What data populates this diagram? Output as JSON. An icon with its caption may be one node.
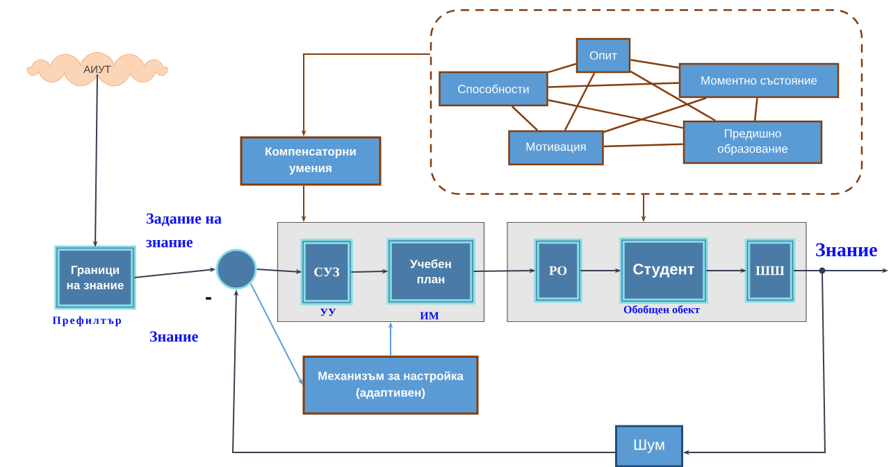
{
  "diagram": {
    "nodes": [
      {
        "text": [
          "АИУТ"
        ]
      },
      {
        "text": [
          "Граници на знание"
        ],
        "beside": [
          "Префилтър"
        ]
      },
      {
        "text": [],
        "shape": "circle"
      },
      {
        "text": [],
        "shape": "box"
      },
      {
        "text": [
          "СУЗ"
        ],
        "in": 3,
        "beside": [
          "УУ"
        ]
      },
      {
        "text": [
          "Учебен план"
        ],
        "in": 3,
        "beside": [
          "ИМ"
        ]
      },
      {
        "text": [],
        "shape": "box"
      },
      {
        "text": [
          "РО"
        ],
        "in": 6
      },
      {
        "text": [
          "Студент"
        ],
        "in": 6,
        "beside": [
          "Обобщен обект"
        ]
      },
      {
        "text": [
          "ШШ"
        ],
        "in": 6
      },
      {
        "text": [
          "Компенсаторни умения"
        ]
      },
      {
        "text": [],
        "shape": "box"
      },
      {
        "text": [
          "Опит"
        ],
        "in": 11
      },
      {
        "text": [
          "Способности"
        ],
        "in": 11
      },
      {
        "text": [
          "Моментно състояние"
        ],
        "in": 11
      },
      {
        "text": [
          "Мотивация"
        ],
        "in": 11
      },
      {
        "text": [
          "Предишно образование"
        ],
        "in": 11
      },
      {
        "text": [
          "Механизъм за настройка (адаптивен)"
        ]
      },
      {
        "text": [
          "Шум"
        ]
      }
    ],
    "edges": [
      {
        "from": 0,
        "to": 1,
        "arrow": "to"
      },
      {
        "from": 1,
        "to": 2,
        "arrow": "to",
        "label": "Задание на знание"
      },
      {
        "from": 2,
        "to": 4,
        "arrow": "to"
      },
      {
        "from": 4,
        "to": 5,
        "arrow": "to"
      },
      {
        "from": 5,
        "to": 7,
        "arrow": "to"
      },
      {
        "from": 7,
        "to": 8,
        "arrow": "to"
      },
      {
        "from": 8,
        "to": 9,
        "arrow": "to"
      },
      {
        "from": 9,
        "to": null,
        "arrow": "to",
        "label": "Знание"
      },
      {
        "from": 9,
        "to": 18,
        "arrow": "to"
      },
      {
        "from": 18,
        "to": 2,
        "arrow": "to",
        "label": "Знание"
      },
      {
        "from": 2,
        "to": 17,
        "arrow": "to",
        "color": "#5b9bd5"
      },
      {
        "from": 17,
        "to": 3,
        "arrow": "to",
        "color": "#5b9bd5"
      },
      {
        "from": 11,
        "to": 10,
        "arrow": "to",
        "color": "#843c0c"
      },
      {
        "from": 10,
        "to": 3,
        "arrow": "to",
        "color": "#843c0c"
      },
      {
        "from": 11,
        "to": 6,
        "arrow": "to",
        "color": "#843c0c"
      },
      {
        "from": 12,
        "to": 13,
        "arrow": "none",
        "color": "#843c0c"
      },
      {
        "from": 12,
        "to": 15,
        "arrow": "none",
        "color": "#843c0c"
      },
      {
        "from": 12,
        "to": 14,
        "arrow": "none",
        "color": "#843c0c"
      },
      {
        "from": 12,
        "to": 16,
        "arrow": "none",
        "color": "#843c0c"
      },
      {
        "from": 13,
        "to": 14,
        "arrow": "none",
        "color": "#843c0c"
      },
      {
        "from": 13,
        "to": 16,
        "arrow": "none",
        "color": "#843c0c"
      },
      {
        "from": 13,
        "to": 15,
        "arrow": "none",
        "color": "#843c0c"
      },
      {
        "from": 15,
        "to": 14,
        "arrow": "none",
        "color": "#843c0c"
      },
      {
        "from": 15,
        "to": 16,
        "arrow": "none",
        "color": "#843c0c"
      },
      {
        "from": 14,
        "to": 16,
        "arrow": "none",
        "color": "#843c0c"
      }
    ],
    "labels": [
      "-"
    ]
  }
}
